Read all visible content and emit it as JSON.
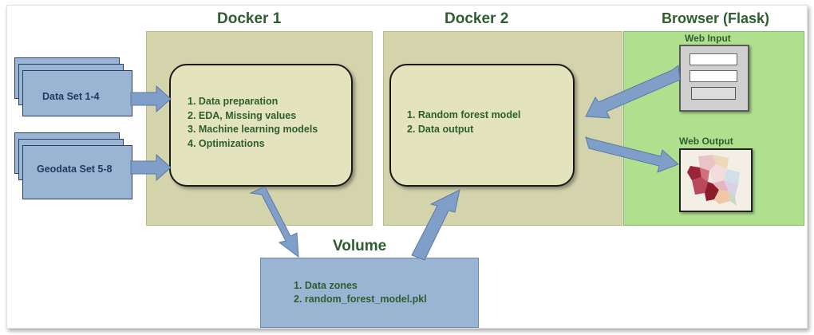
{
  "docker1": {
    "title": "Docker 1",
    "items": [
      "1. Data preparation",
      "2. EDA, Missing values",
      "3. Machine learning models",
      "4. Optimizations"
    ]
  },
  "docker2": {
    "title": "Docker 2",
    "items": [
      "1. Random forest model",
      "2. Data output"
    ]
  },
  "browser": {
    "title": "Browser (Flask)",
    "web_input_label": "Web Input",
    "web_output_label": "Web Output"
  },
  "volume": {
    "title": "Volume",
    "items": [
      "1. Data zones",
      "2. random_forest_model.pkl"
    ]
  },
  "inputs": {
    "data_set": "Data Set 1-4",
    "geodata_set": "Geodata Set 5-8"
  },
  "colors": {
    "docker_panel": "#d4d4ac",
    "browser_panel": "#b0e08e",
    "volume_box": "#9ab4d3",
    "arrow_fill": "#7f9fc8",
    "heading_text": "#2e5e2e"
  }
}
